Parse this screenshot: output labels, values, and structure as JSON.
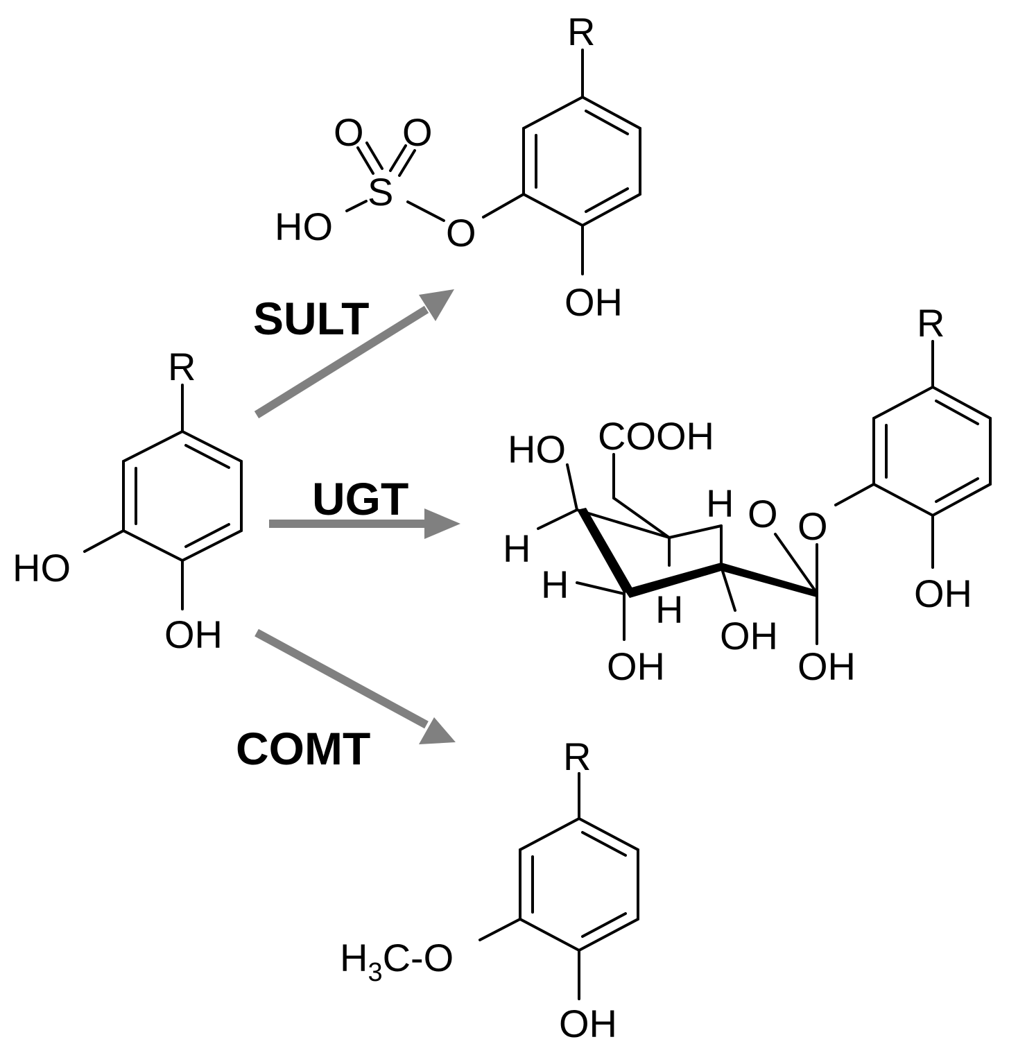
{
  "enzymes": {
    "sult": "SULT",
    "ugt": "UGT",
    "comt": "COMT"
  },
  "labels": {
    "r": "R",
    "ho": "HO",
    "oh": "OH",
    "o": "O",
    "s": "S",
    "h": "H",
    "cooh": "COOH",
    "methoxy_prefix": "H",
    "methoxy_sub": "3",
    "methoxy_suffix": "C-O"
  },
  "colors": {
    "arrow": "#808080",
    "bond": "#000000"
  }
}
